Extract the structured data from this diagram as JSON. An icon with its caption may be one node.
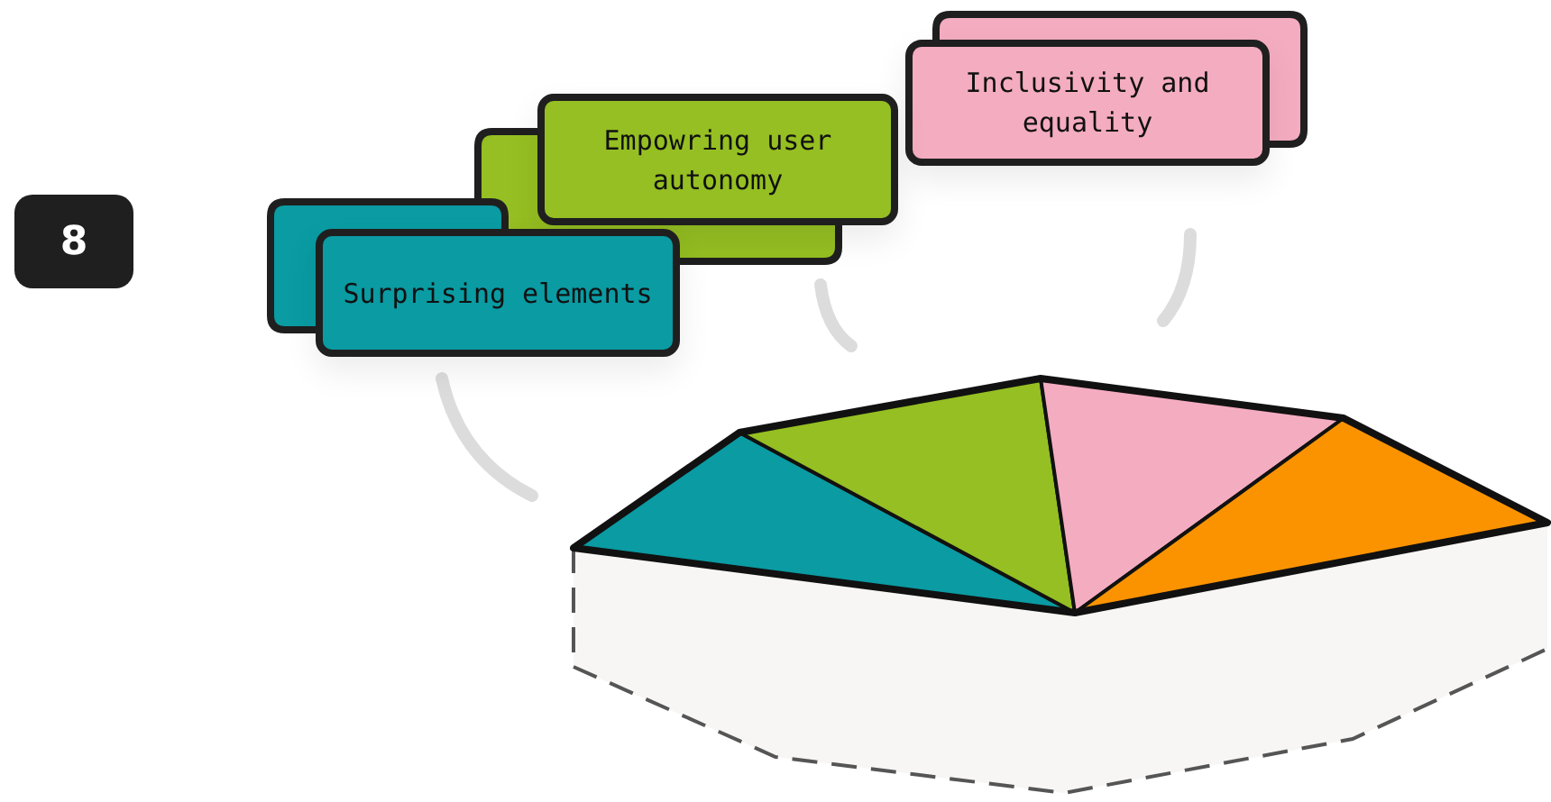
{
  "diagram": {
    "nodes": [
      {
        "text": [
          "8"
        ]
      },
      {
        "text": [
          "Surprising elements"
        ]
      },
      {
        "text": [
          "Empowring user autonomy"
        ]
      },
      {
        "text": [
          "Inclusivity and equality"
        ]
      }
    ]
  }
}
